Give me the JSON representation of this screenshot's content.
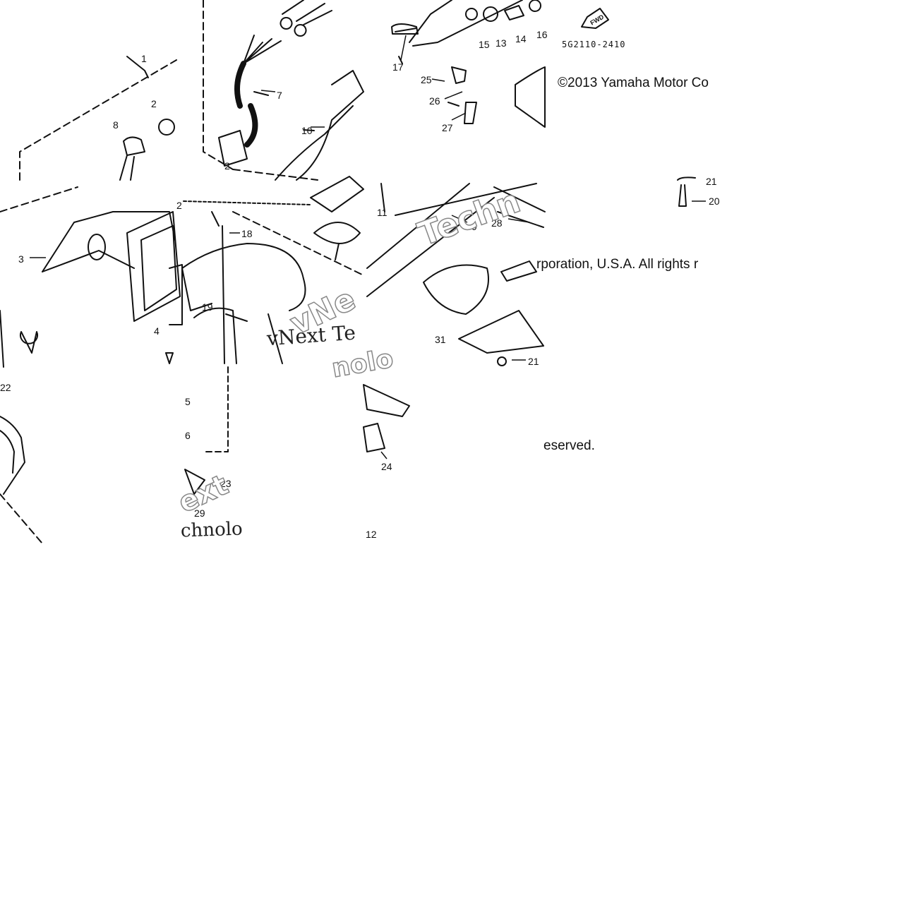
{
  "diagram": {
    "part_numbers": [
      "1",
      "2",
      "3",
      "4",
      "5",
      "6",
      "7",
      "8",
      "9",
      "10",
      "11",
      "12",
      "13",
      "14",
      "15",
      "16",
      "17",
      "18",
      "19",
      "20",
      "21",
      "22",
      "23",
      "24",
      "25",
      "26",
      "27",
      "28",
      "29",
      "31"
    ],
    "diagram_code": "5G2110-2410",
    "forward_arrow_label": "FWD",
    "copyright_parts": {
      "part1": "©2013 Yamaha Motor Co",
      "part2": "rporation, U.S.A. All rights r",
      "part3": "eserved."
    },
    "watermark_fragments": [
      "vNext Te",
      "Techn",
      "chnolo",
      "ext",
      "vNe",
      "nolo"
    ]
  }
}
